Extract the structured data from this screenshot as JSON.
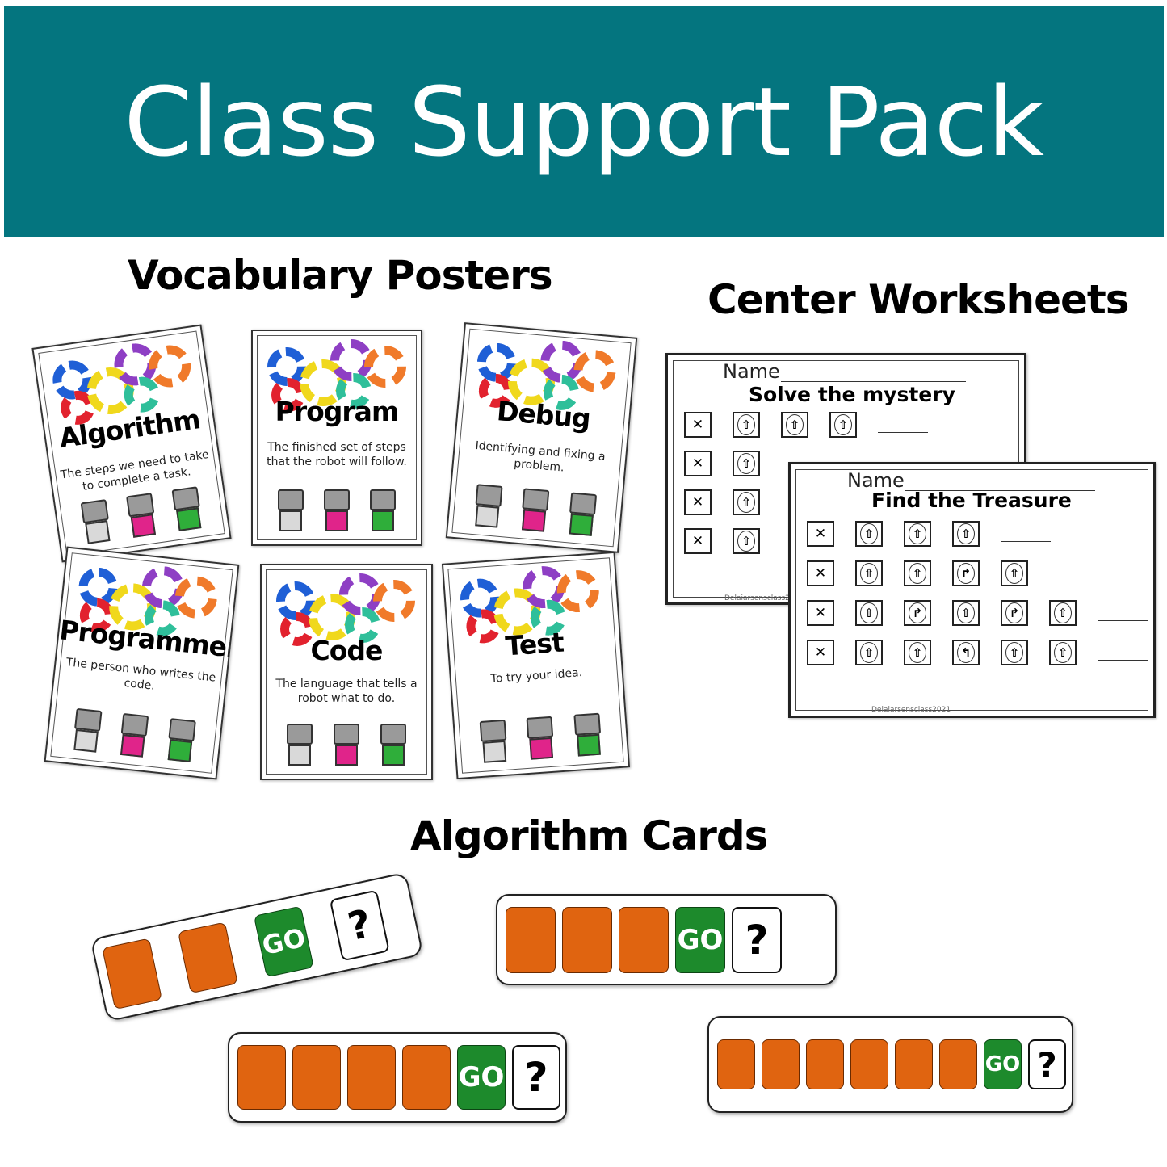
{
  "header": {
    "title": "Class Support Pack",
    "background": "#04757f"
  },
  "sections": {
    "vocabulary": "Vocabulary Posters",
    "worksheets": "Center Worksheets",
    "cards": "Algorithm Cards"
  },
  "posters": [
    {
      "word": "Algorithm",
      "description": "The steps we need to take to complete a task."
    },
    {
      "word": "Program",
      "description": "The finished set of steps that the robot will follow."
    },
    {
      "word": "Debug",
      "description": "Identifying and fixing a problem."
    },
    {
      "word": "Programmer",
      "description": "The person who writes the code."
    },
    {
      "word": "Code",
      "description": "The language that tells a robot what to do."
    },
    {
      "word": "Test",
      "description": "To try your idea."
    }
  ],
  "gear_colors": [
    "#1f5fd6",
    "#e2222e",
    "#f0d81c",
    "#8e3fc4",
    "#2fbf9a",
    "#f07a2a"
  ],
  "worksheets": [
    {
      "name_label": "Name",
      "title": "Solve the mystery",
      "credit": "Delaiarsensclass2021",
      "rows": [
        [
          "x",
          "up",
          "up",
          "up"
        ],
        [
          "x",
          "up"
        ],
        [
          "x",
          "up"
        ],
        [
          "x",
          "up"
        ]
      ]
    },
    {
      "name_label": "Name",
      "title": "Find the Treasure",
      "credit": "Delaiarsensclass2021",
      "rows": [
        [
          "x",
          "up",
          "up",
          "up"
        ],
        [
          "x",
          "up",
          "up",
          "turn",
          "up"
        ],
        [
          "x",
          "up",
          "turn",
          "up",
          "turn",
          "up"
        ],
        [
          "x",
          "up",
          "up",
          "left",
          "up",
          "up"
        ]
      ]
    }
  ],
  "algorithm_cards": [
    {
      "orange_count": 2,
      "go_label": "GO",
      "question_label": "?"
    },
    {
      "orange_count": 3,
      "go_label": "GO",
      "question_label": "?"
    },
    {
      "orange_count": 4,
      "go_label": "GO",
      "question_label": "?"
    },
    {
      "orange_count": 6,
      "go_label": "GO",
      "question_label": "?"
    }
  ],
  "colors": {
    "orange": "#e06410",
    "go_green": "#1d8a2c"
  }
}
